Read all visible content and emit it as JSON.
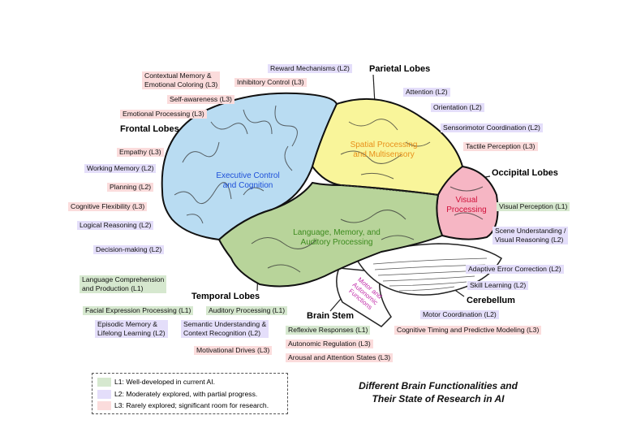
{
  "lobes": {
    "parietal": "Parietal Lobes",
    "frontal": "Frontal Lobes",
    "occipital": "Occipital Lobes",
    "temporal": "Temporal Lobes",
    "cerebellum": "Cerebellum",
    "brain_stem": "Brain Stem"
  },
  "regions": {
    "executive": [
      "Executive Control",
      "and Cognition"
    ],
    "spatial": [
      "Spatial Processing",
      "and Multisensory"
    ],
    "visual": [
      "Visual",
      "Processing"
    ],
    "language": [
      "Language, Memory, and",
      "Auditory Processing"
    ],
    "stem_diag": [
      "Motor and",
      "Autonomic",
      "Functions"
    ]
  },
  "labels": {
    "contextual_memory": [
      "Contextual Memory &",
      "Emotional Coloring (L3)"
    ],
    "reward": "Reward Mechanisms (L2)",
    "inhibitory": "Inhibitory Control (L3)",
    "self_awareness": "Self-awareness (L3)",
    "emotional_processing": "Emotional Processing (L3)",
    "empathy": "Empathy (L3)",
    "working_memory": "Working Memory (L2)",
    "planning": "Planning (L2)",
    "cognitive_flexibility": "Cognitive Flexibility (L3)",
    "logical_reasoning": "Logical Reasoning (L2)",
    "decision_making": "Decision-making (L2)",
    "language_comprehension": [
      "Language Comprehension",
      "and Production (L1)"
    ],
    "facial_expression": "Facial Expression Processing (L1)",
    "auditory_processing": "Auditory Processing (L1)",
    "episodic_memory": [
      "Episodic Memory &",
      "Lifelong Learning (L2)"
    ],
    "semantic_understanding": [
      "Semantic Understanding &",
      "Context Recognition (L2)"
    ],
    "motivational_drives": "Motivational Drives (L3)",
    "attention": "Attention (L2)",
    "orientation": "Orientation (L2)",
    "sensorimotor": "Sensorimotor Coordination (L2)",
    "tactile": "Tactile Perception (L3)",
    "visual_perception": "Visual Perception (L1)",
    "scene_understanding": [
      "Scene Understanding /",
      "Visual Reasoning (L2)"
    ],
    "adaptive_error": "Adaptive Error Correction (L2)",
    "skill_learning": "Skill Learning (L2)",
    "motor_coordination": "Motor Coordination (L2)",
    "cognitive_timing": "Cognitive Timing and Predictive Modeling (L3)",
    "reflexive": "Reflexive Responses (L1)",
    "autonomic": "Autonomic Regulation (L3)",
    "arousal": "Arousal and Attention States (L3)"
  },
  "legend": {
    "l1": "L1: Well-developed in current AI.",
    "l2": "L2: Moderately explored, with partial progress.",
    "l3": "L3: Rarely explored; significant room for research."
  },
  "caption": [
    "Different Brain Functionalities and",
    "Their State of Research in AI"
  ],
  "colors": {
    "frontal": "#b9dcf2",
    "parietal": "#f9f59a",
    "occipital": "#f6b6c4",
    "temporal": "#b8d49a",
    "cerebellum": "#ffffff",
    "l1": "#d6e8cf",
    "l2": "#e4defa",
    "l3": "#fbdcdc",
    "executive_text": "#1d4fd8",
    "spatial_text": "#e8901a",
    "visual_text": "#d0103a",
    "language_text": "#3c8a1e",
    "stem_text": "#c02aa8"
  }
}
